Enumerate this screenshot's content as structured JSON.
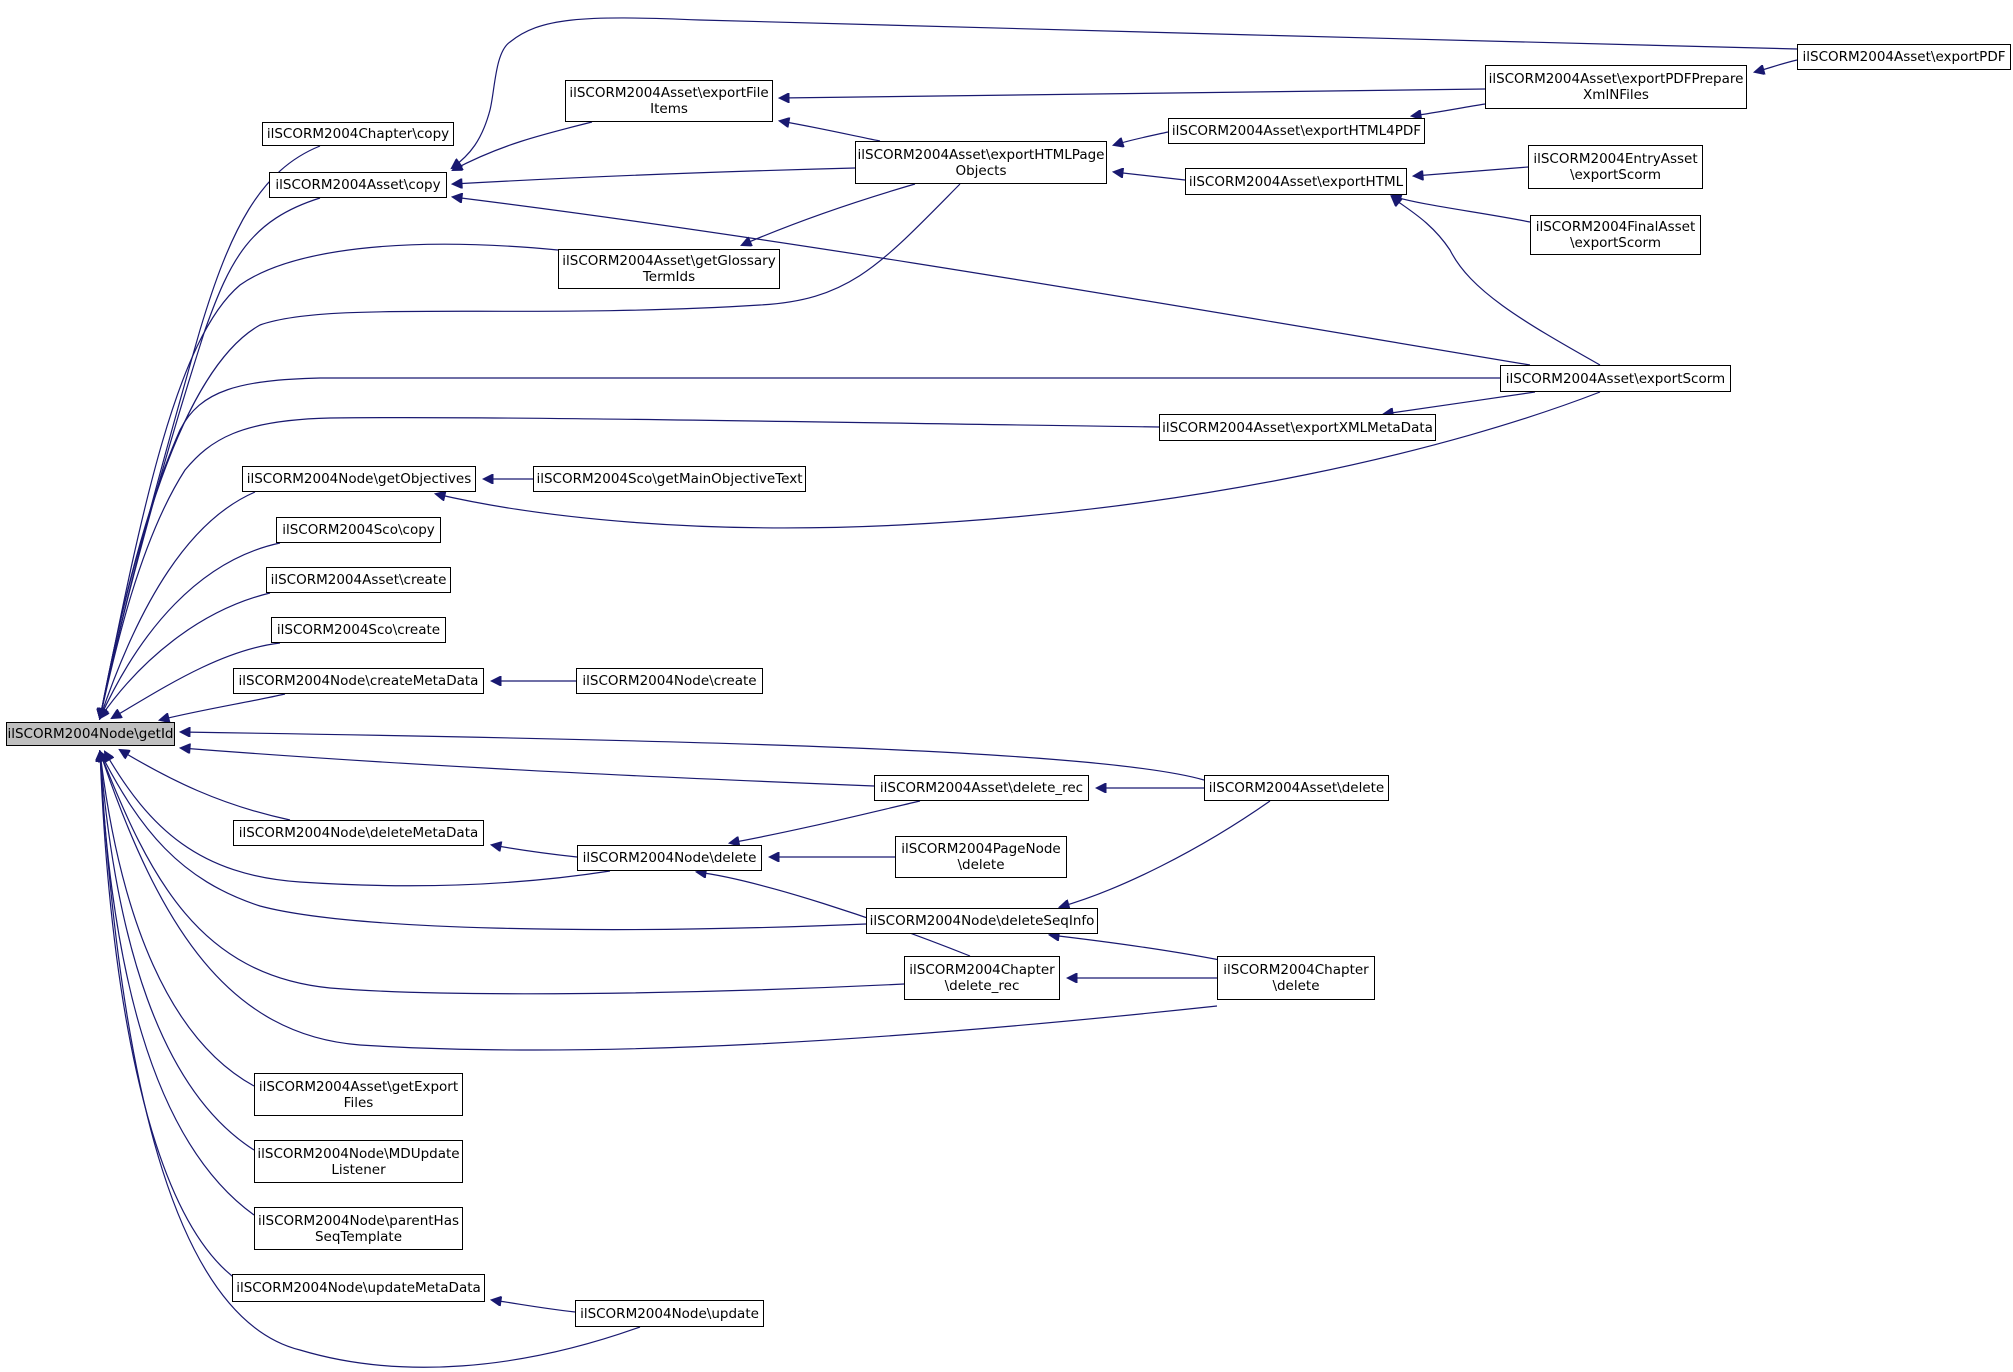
{
  "graph": {
    "colors": {
      "edge": "#191970",
      "node_border": "#000000",
      "node_fill": "#ffffff",
      "root_fill": "#bfbfbf",
      "text": "#000000"
    },
    "root": "getid",
    "nodes": {
      "getid": "ilSCORM2004Node\\getId",
      "chapter_copy": "ilSCORM2004Chapter\\copy",
      "asset_copy": "ilSCORM2004Asset\\copy",
      "export_file_items": "ilSCORM2004Asset\\exportFile\nItems",
      "get_glossary": "ilSCORM2004Asset\\getGlossary\nTermIds",
      "export_html_page": "ilSCORM2004Asset\\exportHTMLPage\nObjects",
      "export_html4pdf": "ilSCORM2004Asset\\exportHTML4PDF",
      "export_html": "ilSCORM2004Asset\\exportHTML",
      "export_pdf_prepare": "ilSCORM2004Asset\\exportPDFPrepare\nXmlNFiles",
      "export_pdf": "ilSCORM2004Asset\\exportPDF",
      "entry_export": "ilSCORM2004EntryAsset\n\\exportScorm",
      "final_export": "ilSCORM2004FinalAsset\n\\exportScorm",
      "asset_export_scorm": "ilSCORM2004Asset\\exportScorm",
      "export_xml_meta": "ilSCORM2004Asset\\exportXMLMetaData",
      "get_objectives": "ilSCORM2004Node\\getObjectives",
      "sco_get_main_obj": "ilSCORM2004Sco\\getMainObjectiveText",
      "sco_copy": "ilSCORM2004Sco\\copy",
      "asset_create": "ilSCORM2004Asset\\create",
      "sco_create": "ilSCORM2004Sco\\create",
      "create_meta": "ilSCORM2004Node\\createMetaData",
      "node_create": "ilSCORM2004Node\\create",
      "asset_delete_rec": "ilSCORM2004Asset\\delete_rec",
      "asset_delete": "ilSCORM2004Asset\\delete",
      "delete_meta": "ilSCORM2004Node\\deleteMetaData",
      "node_delete": "ilSCORM2004Node\\delete",
      "page_delete": "ilSCORM2004PageNode\n\\delete",
      "delete_seq": "ilSCORM2004Node\\deleteSeqInfo",
      "chapter_delete_rec": "ilSCORM2004Chapter\n\\delete_rec",
      "chapter_delete": "ilSCORM2004Chapter\n\\delete",
      "get_export_files": "ilSCORM2004Asset\\getExport\nFiles",
      "md_update": "ilSCORM2004Node\\MDUpdate\nListener",
      "parent_has_seq": "ilSCORM2004Node\\parentHas\nSeqTemplate",
      "update_meta": "ilSCORM2004Node\\updateMetaData",
      "node_update": "ilSCORM2004Node\\update"
    },
    "edges": [
      [
        "chapter_copy",
        "getid"
      ],
      [
        "asset_copy",
        "getid"
      ],
      [
        "get_glossary",
        "getid"
      ],
      [
        "export_html_page",
        "getid"
      ],
      [
        "asset_export_scorm",
        "getid"
      ],
      [
        "export_xml_meta",
        "getid"
      ],
      [
        "get_objectives",
        "getid"
      ],
      [
        "sco_copy",
        "getid"
      ],
      [
        "asset_create",
        "getid"
      ],
      [
        "sco_create",
        "getid"
      ],
      [
        "create_meta",
        "getid"
      ],
      [
        "asset_delete",
        "getid"
      ],
      [
        "asset_delete_rec",
        "getid"
      ],
      [
        "delete_meta",
        "getid"
      ],
      [
        "node_delete",
        "getid"
      ],
      [
        "delete_seq",
        "getid"
      ],
      [
        "chapter_delete_rec",
        "getid"
      ],
      [
        "chapter_delete",
        "getid"
      ],
      [
        "get_export_files",
        "getid"
      ],
      [
        "md_update",
        "getid"
      ],
      [
        "parent_has_seq",
        "getid"
      ],
      [
        "update_meta",
        "getid"
      ],
      [
        "node_update",
        "getid"
      ],
      [
        "export_file_items",
        "asset_copy"
      ],
      [
        "export_html_page",
        "asset_copy"
      ],
      [
        "asset_export_scorm",
        "asset_copy"
      ],
      [
        "export_pdf",
        "asset_copy"
      ],
      [
        "export_pdf_prepare",
        "export_file_items"
      ],
      [
        "export_html_page",
        "export_file_items"
      ],
      [
        "export_html_page",
        "get_glossary"
      ],
      [
        "export_html4pdf",
        "export_html_page"
      ],
      [
        "export_html",
        "export_html_page"
      ],
      [
        "export_pdf_prepare",
        "export_html4pdf"
      ],
      [
        "entry_export",
        "export_html"
      ],
      [
        "final_export",
        "export_html"
      ],
      [
        "asset_export_scorm",
        "export_html"
      ],
      [
        "export_pdf",
        "export_pdf_prepare"
      ],
      [
        "asset_export_scorm",
        "export_xml_meta"
      ],
      [
        "sco_get_main_obj",
        "get_objectives"
      ],
      [
        "asset_export_scorm",
        "get_objectives"
      ],
      [
        "node_create",
        "create_meta"
      ],
      [
        "asset_delete",
        "asset_delete_rec"
      ],
      [
        "asset_delete_rec",
        "node_delete"
      ],
      [
        "node_delete",
        "delete_meta"
      ],
      [
        "page_delete",
        "node_delete"
      ],
      [
        "chapter_delete_rec",
        "node_delete"
      ],
      [
        "asset_delete",
        "delete_seq"
      ],
      [
        "chapter_delete",
        "delete_seq"
      ],
      [
        "chapter_delete",
        "chapter_delete_rec"
      ],
      [
        "node_update",
        "update_meta"
      ]
    ]
  }
}
